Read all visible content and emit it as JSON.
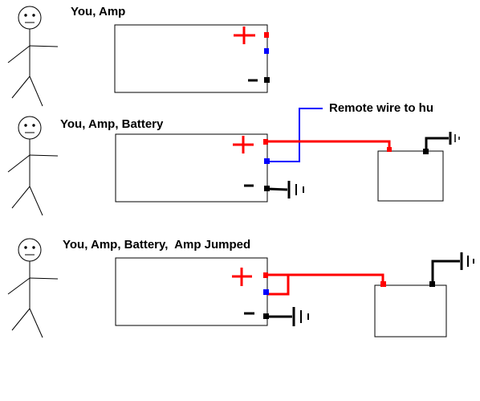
{
  "colors": {
    "positive": "#ff0000",
    "remote": "#0000ff",
    "ground": "#000000",
    "outline": "#000000",
    "background": "#ffffff"
  },
  "panels": [
    {
      "label": "You, Amp"
    },
    {
      "label": "You, Amp, Battery",
      "remote_label": "Remote wire to hu"
    },
    {
      "label": "You, Amp, Battery,  Amp Jumped"
    }
  ],
  "symbols": {
    "plus": "+",
    "minus": "-"
  },
  "icons": [
    "stick-figure",
    "ground-symbol"
  ]
}
